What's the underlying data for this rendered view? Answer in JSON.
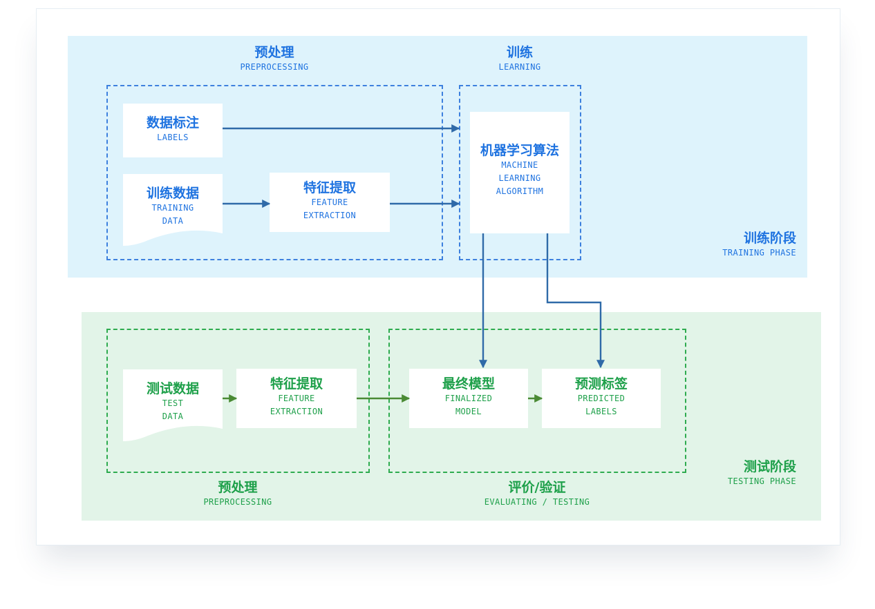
{
  "training": {
    "phase_zh": "训练阶段",
    "phase_en": "TRAINING PHASE",
    "preprocessing": {
      "zh": "预处理",
      "en": "PREPROCESSING"
    },
    "learning": {
      "zh": "训练",
      "en": "LEARNING"
    },
    "labels": {
      "zh": "数据标注",
      "en": "LABELS"
    },
    "training_data": {
      "zh": "训练数据",
      "en1": "TRAINING",
      "en2": "DATA"
    },
    "feature": {
      "zh": "特征提取",
      "en1": "FEATURE",
      "en2": "EXTRACTION"
    },
    "algorithm": {
      "zh": "机器学习算法",
      "en1": "MACHINE",
      "en2": "LEARNING",
      "en3": "ALGORITHM"
    }
  },
  "testing": {
    "phase_zh": "测试阶段",
    "phase_en": "TESTING PHASE",
    "preprocessing": {
      "zh": "预处理",
      "en": "PREPROCESSING"
    },
    "evaluating": {
      "zh": "评价/验证",
      "en": "EVALUATING / TESTING"
    },
    "test_data": {
      "zh": "测试数据",
      "en1": "TEST",
      "en2": "DATA"
    },
    "feature": {
      "zh": "特征提取",
      "en1": "FEATURE",
      "en2": "EXTRACTION"
    },
    "final_model": {
      "zh": "最终模型",
      "en1": "FINALIZED",
      "en2": "MODEL"
    },
    "predicted": {
      "zh": "预测标签",
      "en1": "PREDICTED",
      "en2": "LABELS"
    }
  },
  "colors": {
    "blue_text": "#1f73e0",
    "green_text": "#1ea04a",
    "blue_arrow": "#2f6aa8",
    "green_arrow": "#4a8a34",
    "training_bg": "#def3fc",
    "testing_bg": "#e2f4e8"
  }
}
